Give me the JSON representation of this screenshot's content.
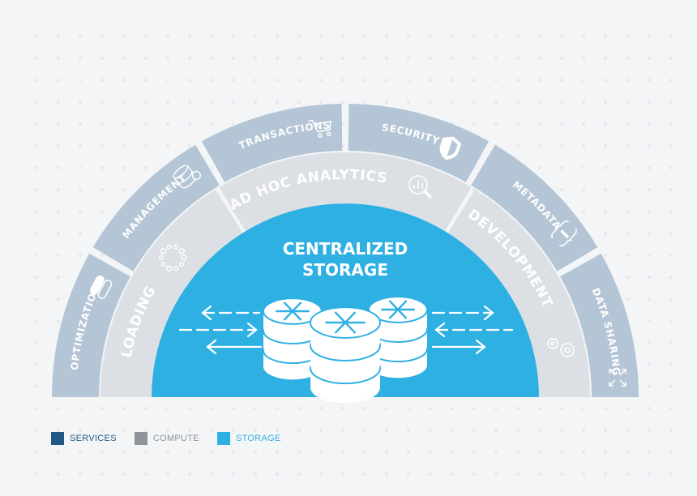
{
  "colors": {
    "background": "#f4f5f7",
    "services": "#b4c5d5",
    "compute": "#dcdfe3",
    "storage": "#2fb0e3",
    "text_light": "#ffffff",
    "legend_services": "#1e5a85",
    "legend_compute": "#8e9499",
    "legend_storage": "#2fb0e3"
  },
  "center": {
    "title_line1": "CENTRALIZED",
    "title_line2": "STORAGE",
    "icon": "database-stack-icon"
  },
  "compute_layer": {
    "segments": [
      {
        "label": "LOADING",
        "icon": "loading-ring-icon"
      },
      {
        "label": "AD HOC ANALYTICS",
        "icon": "magnifier-chart-icon"
      },
      {
        "label": "DEVELOPMENT",
        "icon": "gears-icon"
      }
    ]
  },
  "services_layer": {
    "segments": [
      {
        "label": "OPTIMIZATION",
        "icon": "toggle-pills-icon"
      },
      {
        "label": "MANAGEMENT",
        "icon": "database-gear-icon"
      },
      {
        "label": "TRANSACTIONS",
        "icon": "cart-icon"
      },
      {
        "label": "SECURITY",
        "icon": "shield-icon"
      },
      {
        "label": "METADATA",
        "icon": "curly-braces-icon"
      },
      {
        "label": "DATA SHARING",
        "icon": "expand-arrows-icon"
      }
    ]
  },
  "legend": [
    {
      "label": "SERVICES",
      "color": "#1e5a85"
    },
    {
      "label": "COMPUTE",
      "color": "#8e9499"
    },
    {
      "label": "STORAGE",
      "color": "#2fb0e3"
    }
  ]
}
